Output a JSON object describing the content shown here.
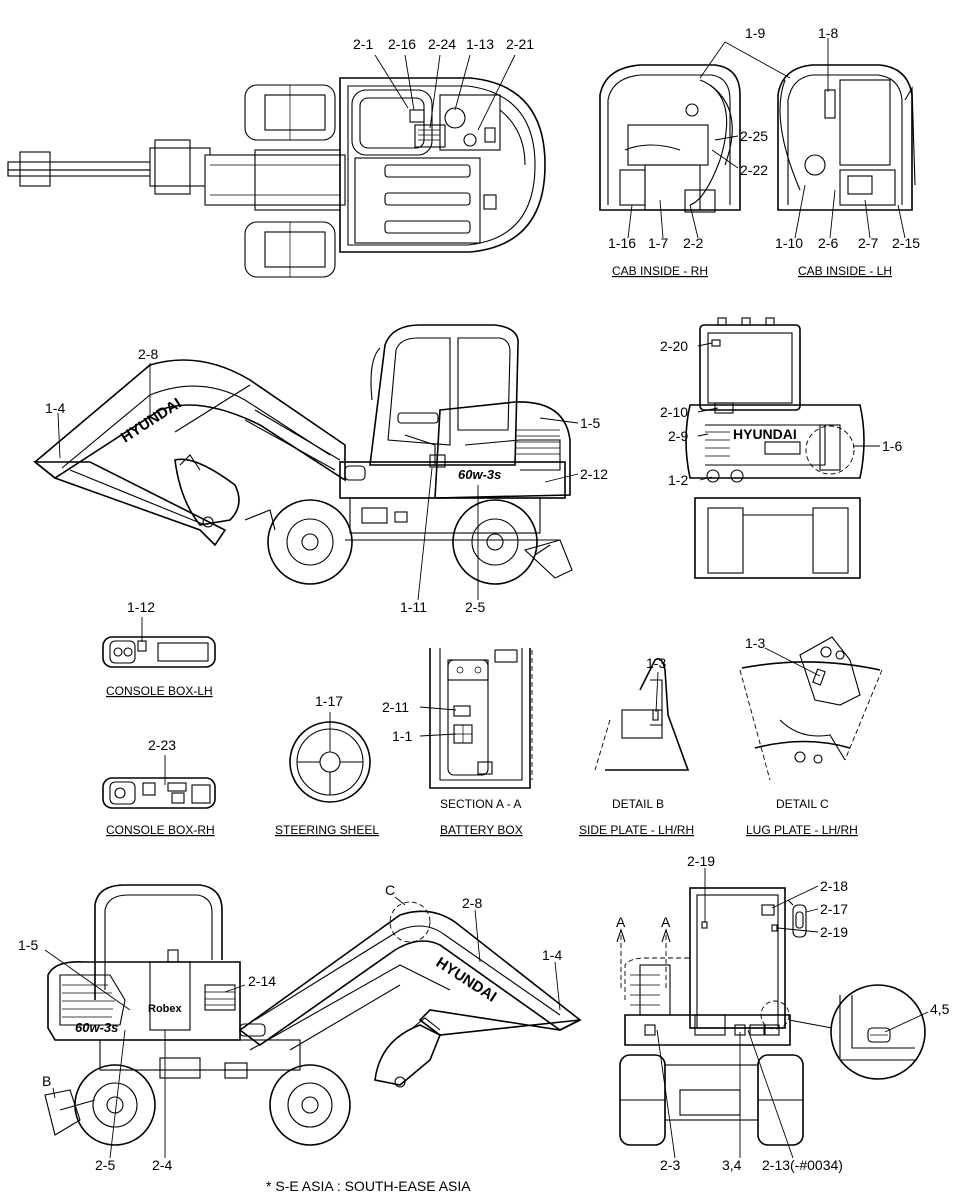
{
  "labels": {
    "l_2_1": "2-1",
    "l_2_16": "2-16",
    "l_2_24": "2-24",
    "l_1_13": "1-13",
    "l_2_21": "2-21",
    "l_1_9": "1-9",
    "l_1_8": "1-8",
    "l_2_25": "2-25",
    "l_2_22": "2-22",
    "l_1_16": "1-16",
    "l_1_7": "1-7",
    "l_2_2": "2-2",
    "l_1_10": "1-10",
    "l_2_6": "2-6",
    "l_2_7": "2-7",
    "l_2_15": "2-15",
    "l_2_8_side": "2-8",
    "l_1_4_side": "1-4",
    "l_1_5_side": "1-5",
    "l_2_12": "2-12",
    "l_1_11": "1-11",
    "l_2_5_side": "2-5",
    "l_2_20": "2-20",
    "l_2_10": "2-10",
    "l_2_9": "2-9",
    "l_1_6": "1-6",
    "l_1_2": "1-2",
    "l_1_12": "1-12",
    "l_2_23": "2-23",
    "l_1_17": "1-17",
    "l_2_11": "2-11",
    "l_1_1": "1-1",
    "l_1_3_b": "1-3",
    "l_1_3_c": "1-3",
    "l_c": "C",
    "l_2_8_low": "2-8",
    "l_1_4_low": "1-4",
    "l_1_5_low": "1-5",
    "l_2_14": "2-14",
    "l_b": "B",
    "l_2_5_low": "2-5",
    "l_2_4": "2-4",
    "l_2_19_a": "2-19",
    "l_2_18": "2-18",
    "l_2_17": "2-17",
    "l_2_19_b": "2-19",
    "l_a1": "A",
    "l_a2": "A",
    "l_4_5": "4,5",
    "l_2_3": "2-3",
    "l_3_4": "3,4",
    "l_2_13": "2-13(-#0034)"
  },
  "captions": {
    "cab_rh": "CAB INSIDE - RH",
    "cab_lh": "CAB INSIDE - LH",
    "console_lh": "CONSOLE BOX-LH",
    "console_rh": "CONSOLE BOX-RH",
    "steering": "STEERING SHEEL",
    "section_aa": "SECTION A - A",
    "battery": "BATTERY BOX",
    "detail_b": "DETAIL B",
    "side_plate": "SIDE PLATE - LH/RH",
    "detail_c": "DETAIL C",
    "lug_plate": "LUG PLATE - LH/RH"
  },
  "decals": {
    "hyundai": "HYUNDAI",
    "model": "60w-3s",
    "robex": "Robex"
  },
  "footnote": "* S-E ASIA : SOUTH-EASE ASIA"
}
